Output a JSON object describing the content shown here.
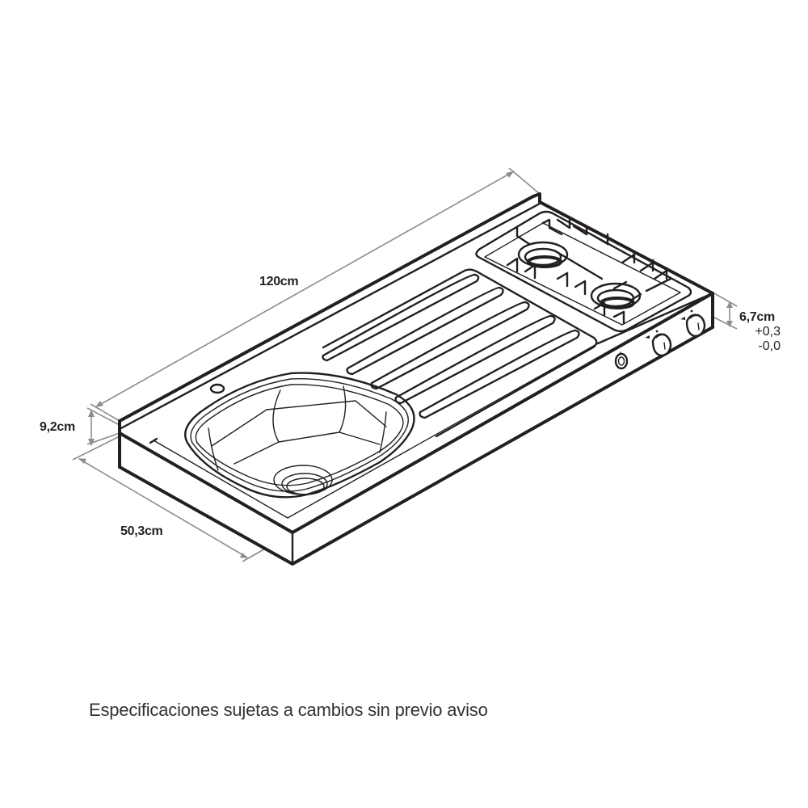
{
  "diagram": {
    "subject": "sink-and-two-burner-stove countertop unit",
    "dimensions": {
      "length": "120cm",
      "depth": "50,3cm",
      "height_left": "9,2cm",
      "height_right": "6,7cm",
      "tolerance_plus": "+0,3",
      "tolerance_minus": "-0,0"
    },
    "components": {
      "sink_bowls": 1,
      "drainboard_ribs": 5,
      "burners": 2,
      "control_knobs": 2,
      "igniter_buttons": 1
    },
    "colors": {
      "line": "#231f20",
      "dimension_line": "#8c8c8c",
      "background": "#ffffff"
    }
  },
  "footer": {
    "note": "Especificaciones sujetas a cambios sin previo aviso"
  }
}
